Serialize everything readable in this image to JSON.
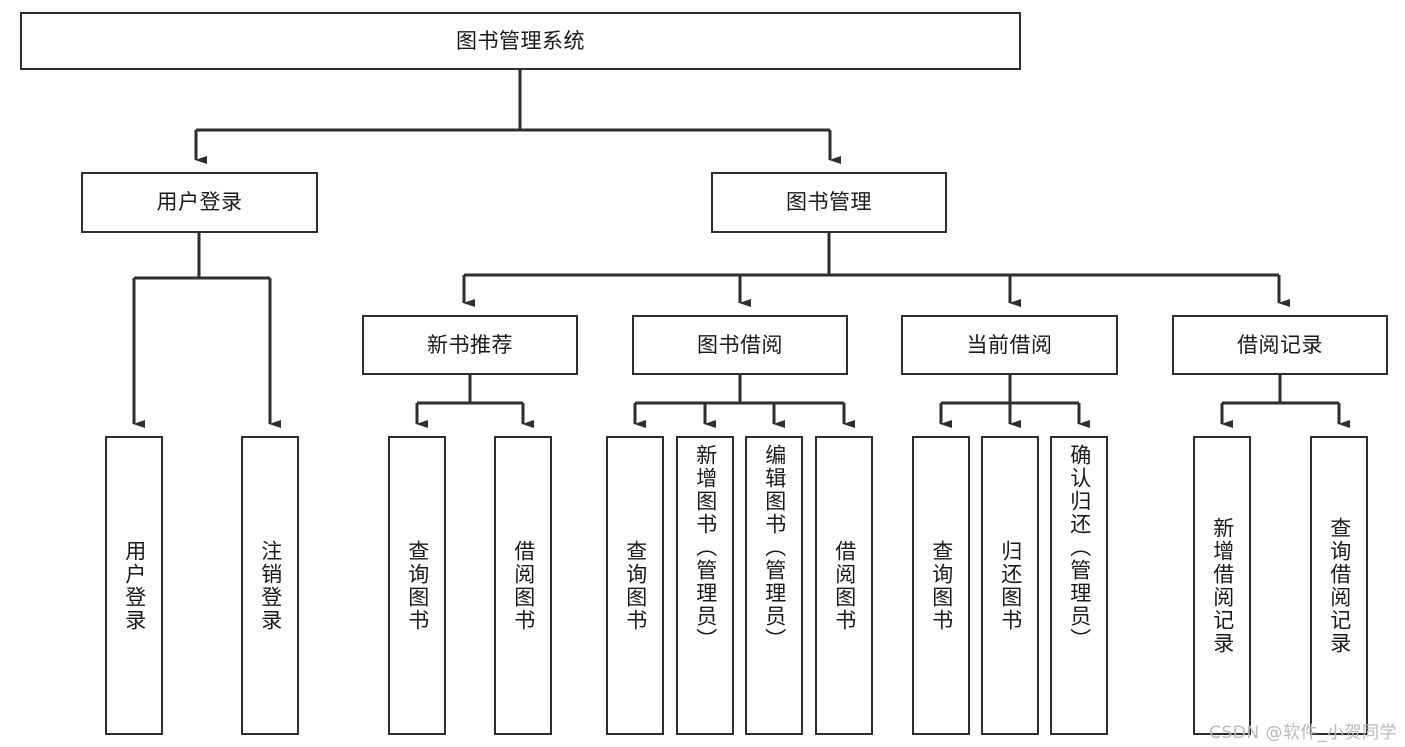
{
  "diagram": {
    "title": "图书管理系统",
    "type": "tree-hierarchy-diagram",
    "watermark": "CSDN @软件_小贺同学",
    "colors": {
      "border": "#2e2e2e",
      "background": "#ffffff",
      "text": "#1a1a1a",
      "watermark": "#b9b9b9"
    },
    "nodes": {
      "root": {
        "label": "图书管理系统"
      },
      "level2": [
        {
          "id": "user-login",
          "label": "用户登录"
        },
        {
          "id": "book-management",
          "label": "图书管理"
        }
      ],
      "level3": [
        {
          "id": "new-book-recommend",
          "label": "新书推荐"
        },
        {
          "id": "book-borrow",
          "label": "图书借阅"
        },
        {
          "id": "current-borrow",
          "label": "当前借阅"
        },
        {
          "id": "borrow-record",
          "label": "借阅记录"
        }
      ],
      "leaves": {
        "user_login": [
          {
            "id": "leaf-user-login",
            "label": "用户登录"
          },
          {
            "id": "leaf-logout",
            "label": "注销登录"
          }
        ],
        "new_book_recommend": [
          {
            "id": "leaf-query-book-1",
            "label": "查询图书"
          },
          {
            "id": "leaf-borrow-book-1",
            "label": "借阅图书"
          }
        ],
        "book_borrow": [
          {
            "id": "leaf-query-book-2",
            "label": "查询图书"
          },
          {
            "id": "leaf-add-book",
            "label": "新增图书（管理员）"
          },
          {
            "id": "leaf-edit-book",
            "label": "编辑图书（管理员）"
          },
          {
            "id": "leaf-borrow-book-2",
            "label": "借阅图书"
          }
        ],
        "current_borrow": [
          {
            "id": "leaf-query-book-3",
            "label": "查询图书"
          },
          {
            "id": "leaf-return-book",
            "label": "归还图书"
          },
          {
            "id": "leaf-confirm-return",
            "label": "确认归还（管理员）"
          }
        ],
        "borrow_record": [
          {
            "id": "leaf-add-record",
            "label": "新增借阅记录"
          },
          {
            "id": "leaf-query-record",
            "label": "查询借阅记录"
          }
        ]
      }
    }
  }
}
